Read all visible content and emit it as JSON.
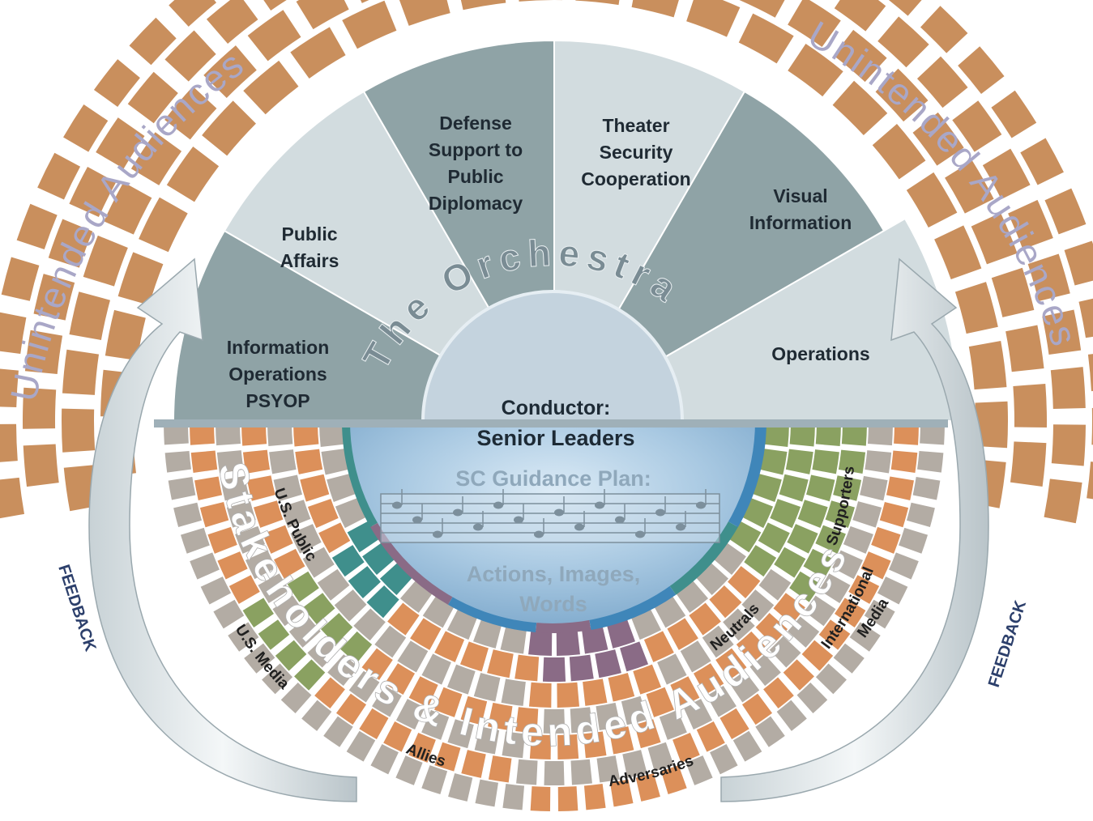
{
  "outer_labels": {
    "left": "Unintended Audiences",
    "right": "Unintended Audiences"
  },
  "feedback": {
    "left": "FEEDBACK",
    "right": "FEEDBACK"
  },
  "orchestra": {
    "title": "The Orchestra",
    "wedges": [
      {
        "id": "io",
        "lines": [
          "Information",
          "Operations",
          "PSYOP"
        ]
      },
      {
        "id": "pa",
        "lines": [
          "Public",
          "Affairs"
        ]
      },
      {
        "id": "dspd",
        "lines": [
          "Defense",
          "Support to",
          "Public",
          "Diplomacy"
        ]
      },
      {
        "id": "tsc",
        "lines": [
          "Theater",
          "Security",
          "Cooperation"
        ]
      },
      {
        "id": "vi",
        "lines": [
          "Visual",
          "Information"
        ]
      },
      {
        "id": "ops",
        "lines": [
          "Operations"
        ]
      }
    ]
  },
  "conductor": {
    "title": "Conductor:",
    "subtitle": "Senior Leaders"
  },
  "guidance": {
    "title": "SC Guidance Plan:",
    "line1": "Actions, Images,",
    "line2": "Words"
  },
  "audience_banner": "Stakeholders & Intended Audiences",
  "audiences": {
    "us_public": "U.S. Public",
    "us_media": "U.S. Media",
    "allies": "Allies",
    "adversaries": "Adversaries",
    "neutrals": "Neutrals",
    "supporters": "Supporters",
    "intl_media_1": "International",
    "intl_media_2": "Media"
  },
  "colors": {
    "brick": "#c98f5d",
    "orange_seat": "#dc905a",
    "green_seat": "#8aa161",
    "gray_seat": "#b3aca4",
    "purple_seat": "#8a6b86",
    "teal_seat": "#3f8f8c",
    "blue_seat": "#3f86b9",
    "wedge_dark": "#8fa3a6",
    "wedge_light": "#d2dcdf",
    "unintended_text": "#a9a7c7",
    "feedback_text": "#2c3f6b"
  }
}
